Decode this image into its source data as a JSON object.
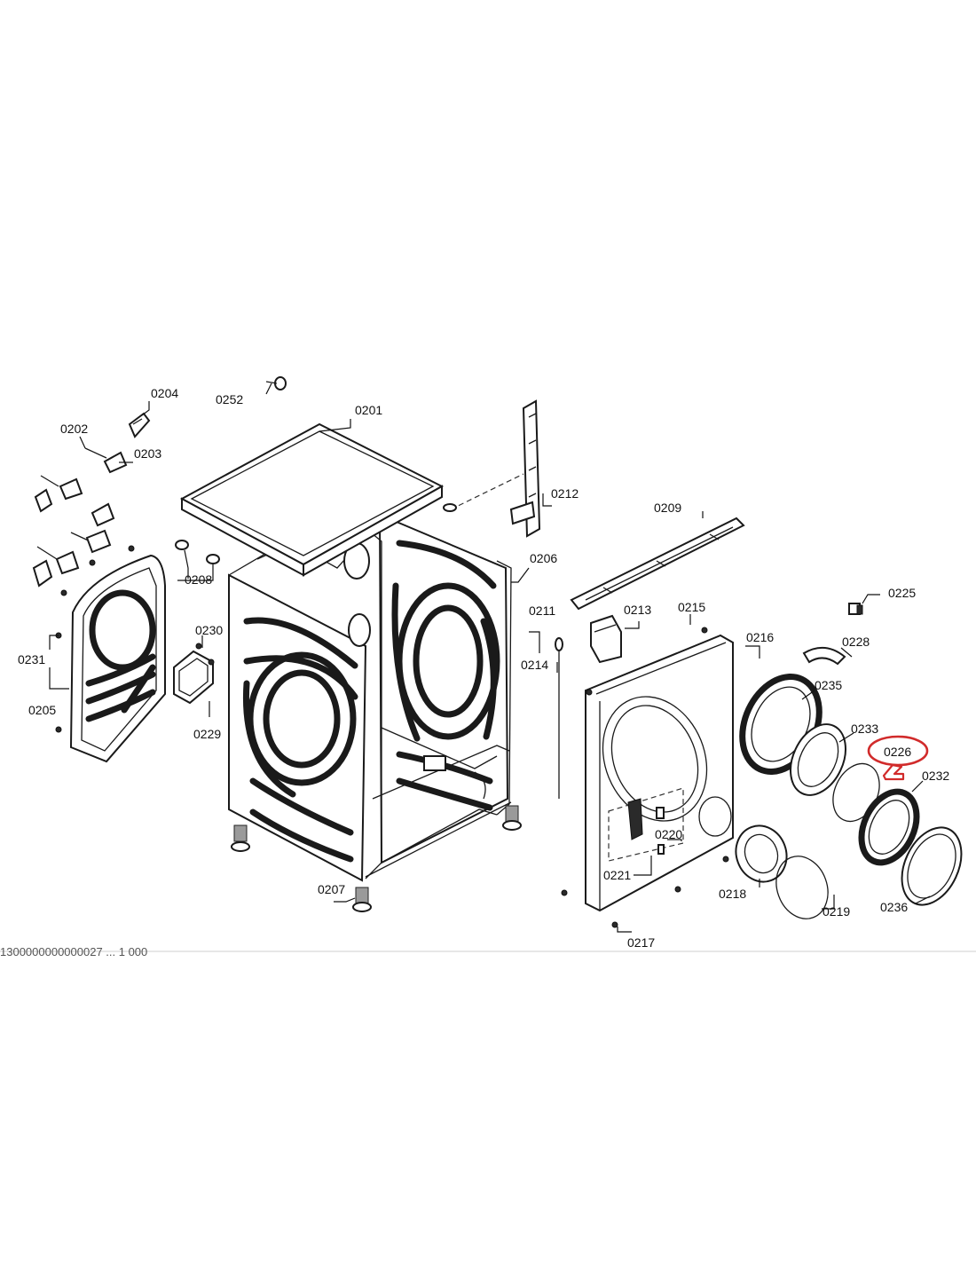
{
  "diagram": {
    "labels": {
      "l0201": "0201",
      "l0202": "0202",
      "l0203": "0203",
      "l0204": "0204",
      "l0205": "0205",
      "l0206": "0206",
      "l0207": "0207",
      "l0208": "0208",
      "l0209": "0209",
      "l0211": "0211",
      "l0212": "0212",
      "l0213": "0213",
      "l0214": "0214",
      "l0215": "0215",
      "l0216": "0216",
      "l0217": "0217",
      "l0218": "0218",
      "l0219": "0219",
      "l0220": "0220",
      "l0221": "0221",
      "l0225": "0225",
      "l0226": "0226",
      "l0228": "0228",
      "l0229": "0229",
      "l0230": "0230",
      "l0231": "0231",
      "l0232": "0232",
      "l0233": "0233",
      "l0235": "0235",
      "l0236": "0236",
      "l0252": "0252"
    },
    "highlight": {
      "part": "0226",
      "color": "#d12b2b"
    },
    "footer_fragment": "1300000000000027 ... 1 000"
  }
}
